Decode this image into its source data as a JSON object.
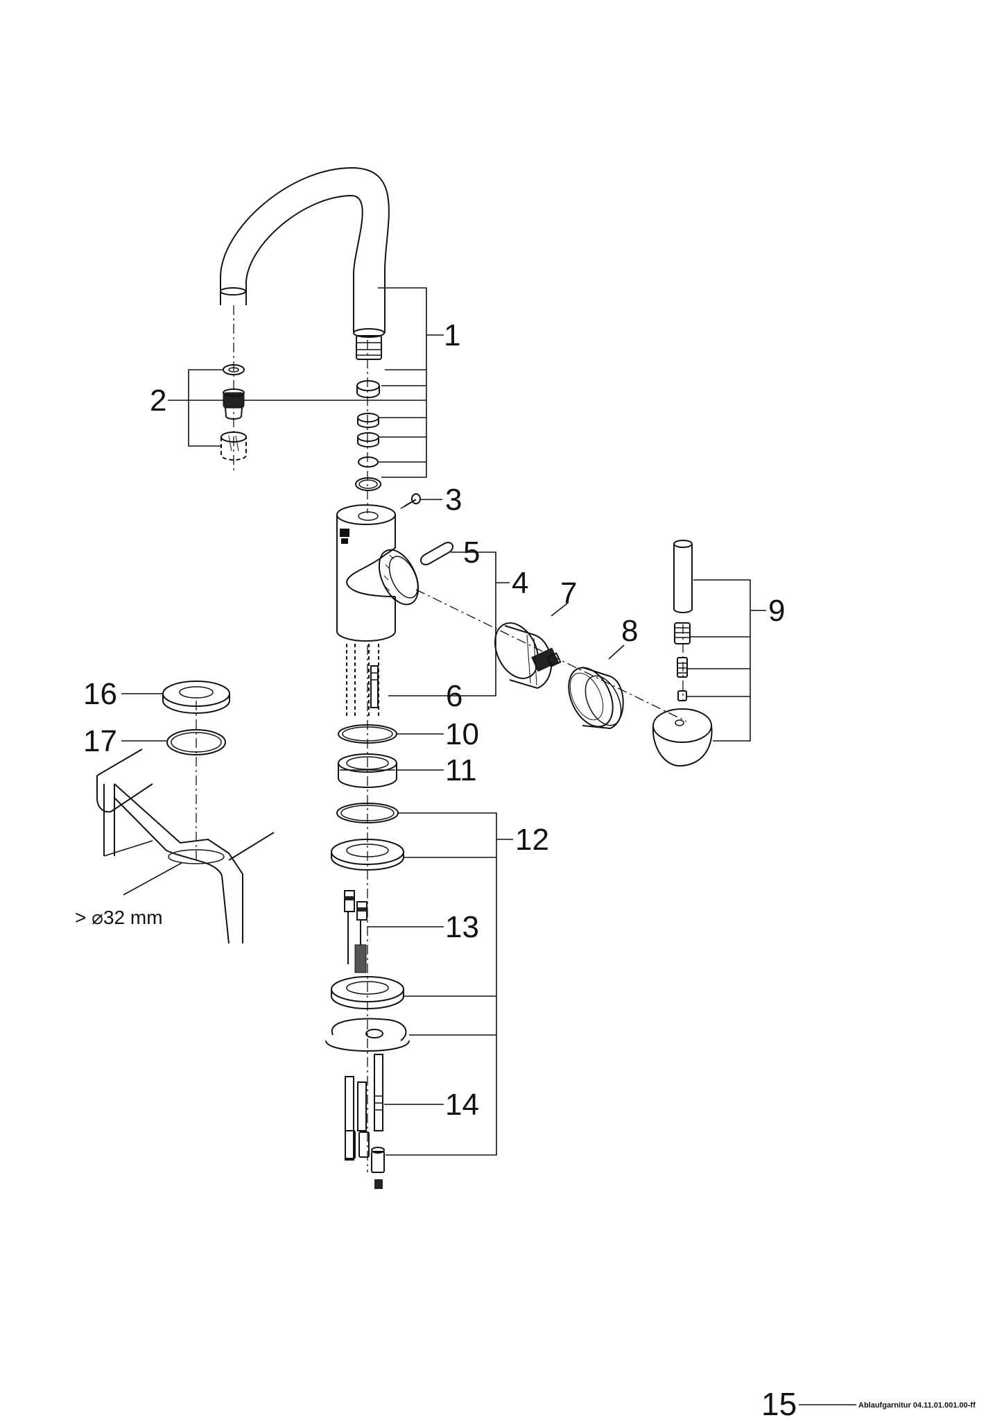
{
  "callouts": {
    "c1": "1",
    "c2": "2",
    "c3": "3",
    "c4": "4",
    "c5": "5",
    "c6": "6",
    "c7": "7",
    "c8": "8",
    "c9": "9",
    "c10": "10",
    "c11": "11",
    "c12": "12",
    "c13": "13",
    "c14": "14",
    "c16": "16",
    "c17": "17"
  },
  "note": "> ⌀32 mm",
  "footer": {
    "page_number": "15",
    "reference": "Ablaufgarnitur 04.11.01.001.00-ff"
  }
}
